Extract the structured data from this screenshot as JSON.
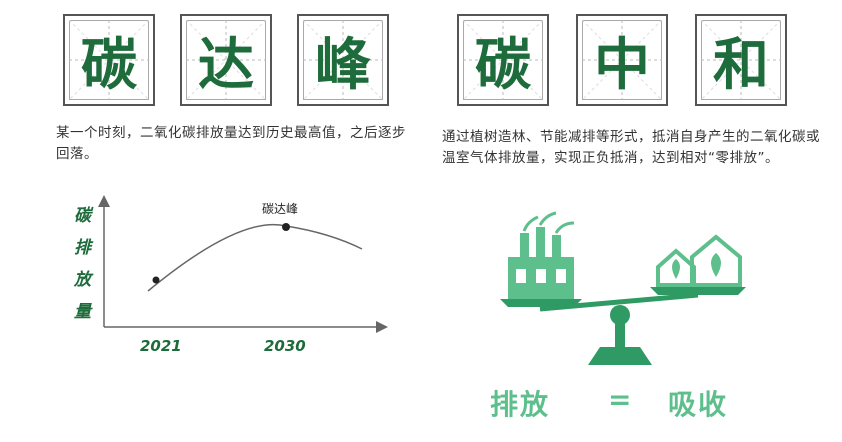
{
  "left_title": [
    "碳",
    "达",
    "峰"
  ],
  "right_title": [
    "碳",
    "中",
    "和"
  ],
  "left_description": "某一个时刻，二氧化碳排放量达到历史最高值，之后逐步回落。",
  "right_description": "通过植树造林、节能减排等形式，抵消自身产生的二氧化碳或温室气体排放量，实现正负抵消，达到相对“零排放”。",
  "chart": {
    "y_label_chars": [
      "碳",
      "排",
      "放",
      "量"
    ],
    "peak_label": "碳达峰",
    "x_ticks": [
      "2021",
      "2030"
    ]
  },
  "chart_data": {
    "type": "line",
    "title": "",
    "ylabel": "碳排放量",
    "xlabel": "",
    "x_ticks": [
      "2021",
      "2030"
    ],
    "marked_points": [
      {
        "x": "2021",
        "label": ""
      },
      {
        "x": "2030",
        "label": "碳达峰"
      }
    ],
    "trend": "rises from 2021 to a peak at 2030, then declines"
  },
  "equation": {
    "left": "排放",
    "op": "=",
    "right": "吸收"
  },
  "colors": {
    "dark_green": "#1e6b3b",
    "light_green": "#5cbf8c",
    "border": "#555555"
  }
}
